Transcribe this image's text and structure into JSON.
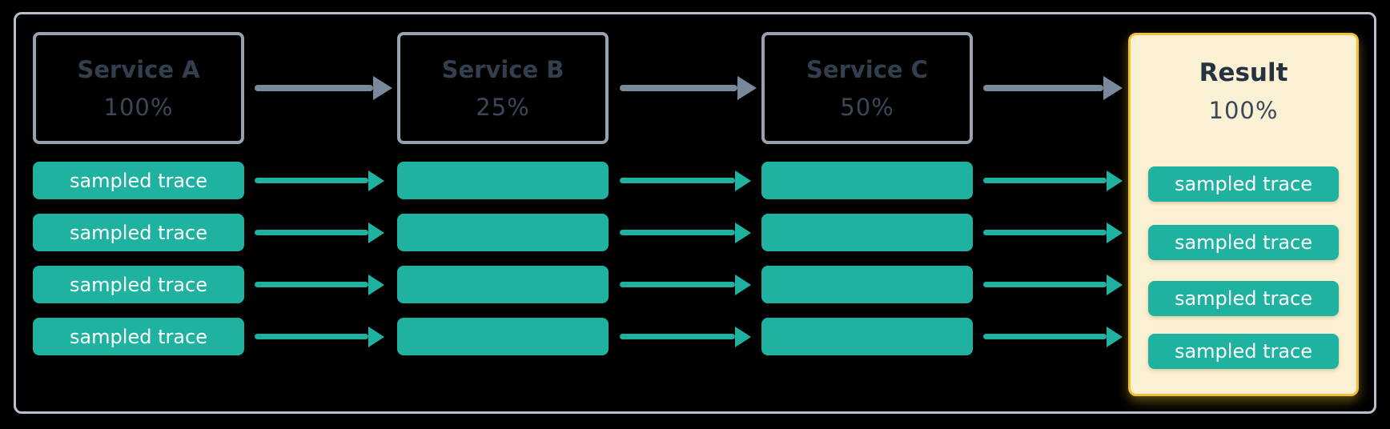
{
  "diagram": {
    "services": [
      {
        "title": "Service A",
        "percent": "100%"
      },
      {
        "title": "Service B",
        "percent": "25%"
      },
      {
        "title": "Service C",
        "percent": "50%"
      }
    ],
    "result": {
      "title": "Result",
      "percent": "100%",
      "traces": [
        "sampled trace",
        "sampled trace",
        "sampled trace",
        "sampled trace"
      ]
    },
    "trace_rows": [
      {
        "label": "sampled trace"
      },
      {
        "label": "sampled trace"
      },
      {
        "label": "sampled trace"
      },
      {
        "label": "sampled trace"
      }
    ],
    "colors": {
      "background": "#000000",
      "teal": "#1FB2A1",
      "gray_arrow": "#78899B",
      "frame_border": "#B7C1CD",
      "service_border": "#97A2B0",
      "service_text": "#333F4E",
      "percent_text": "#3B4858",
      "result_bg": "#FAF0D3",
      "result_border": "#F2C230",
      "result_text": "#26323F",
      "trace_text": "#FFFFFF"
    }
  }
}
